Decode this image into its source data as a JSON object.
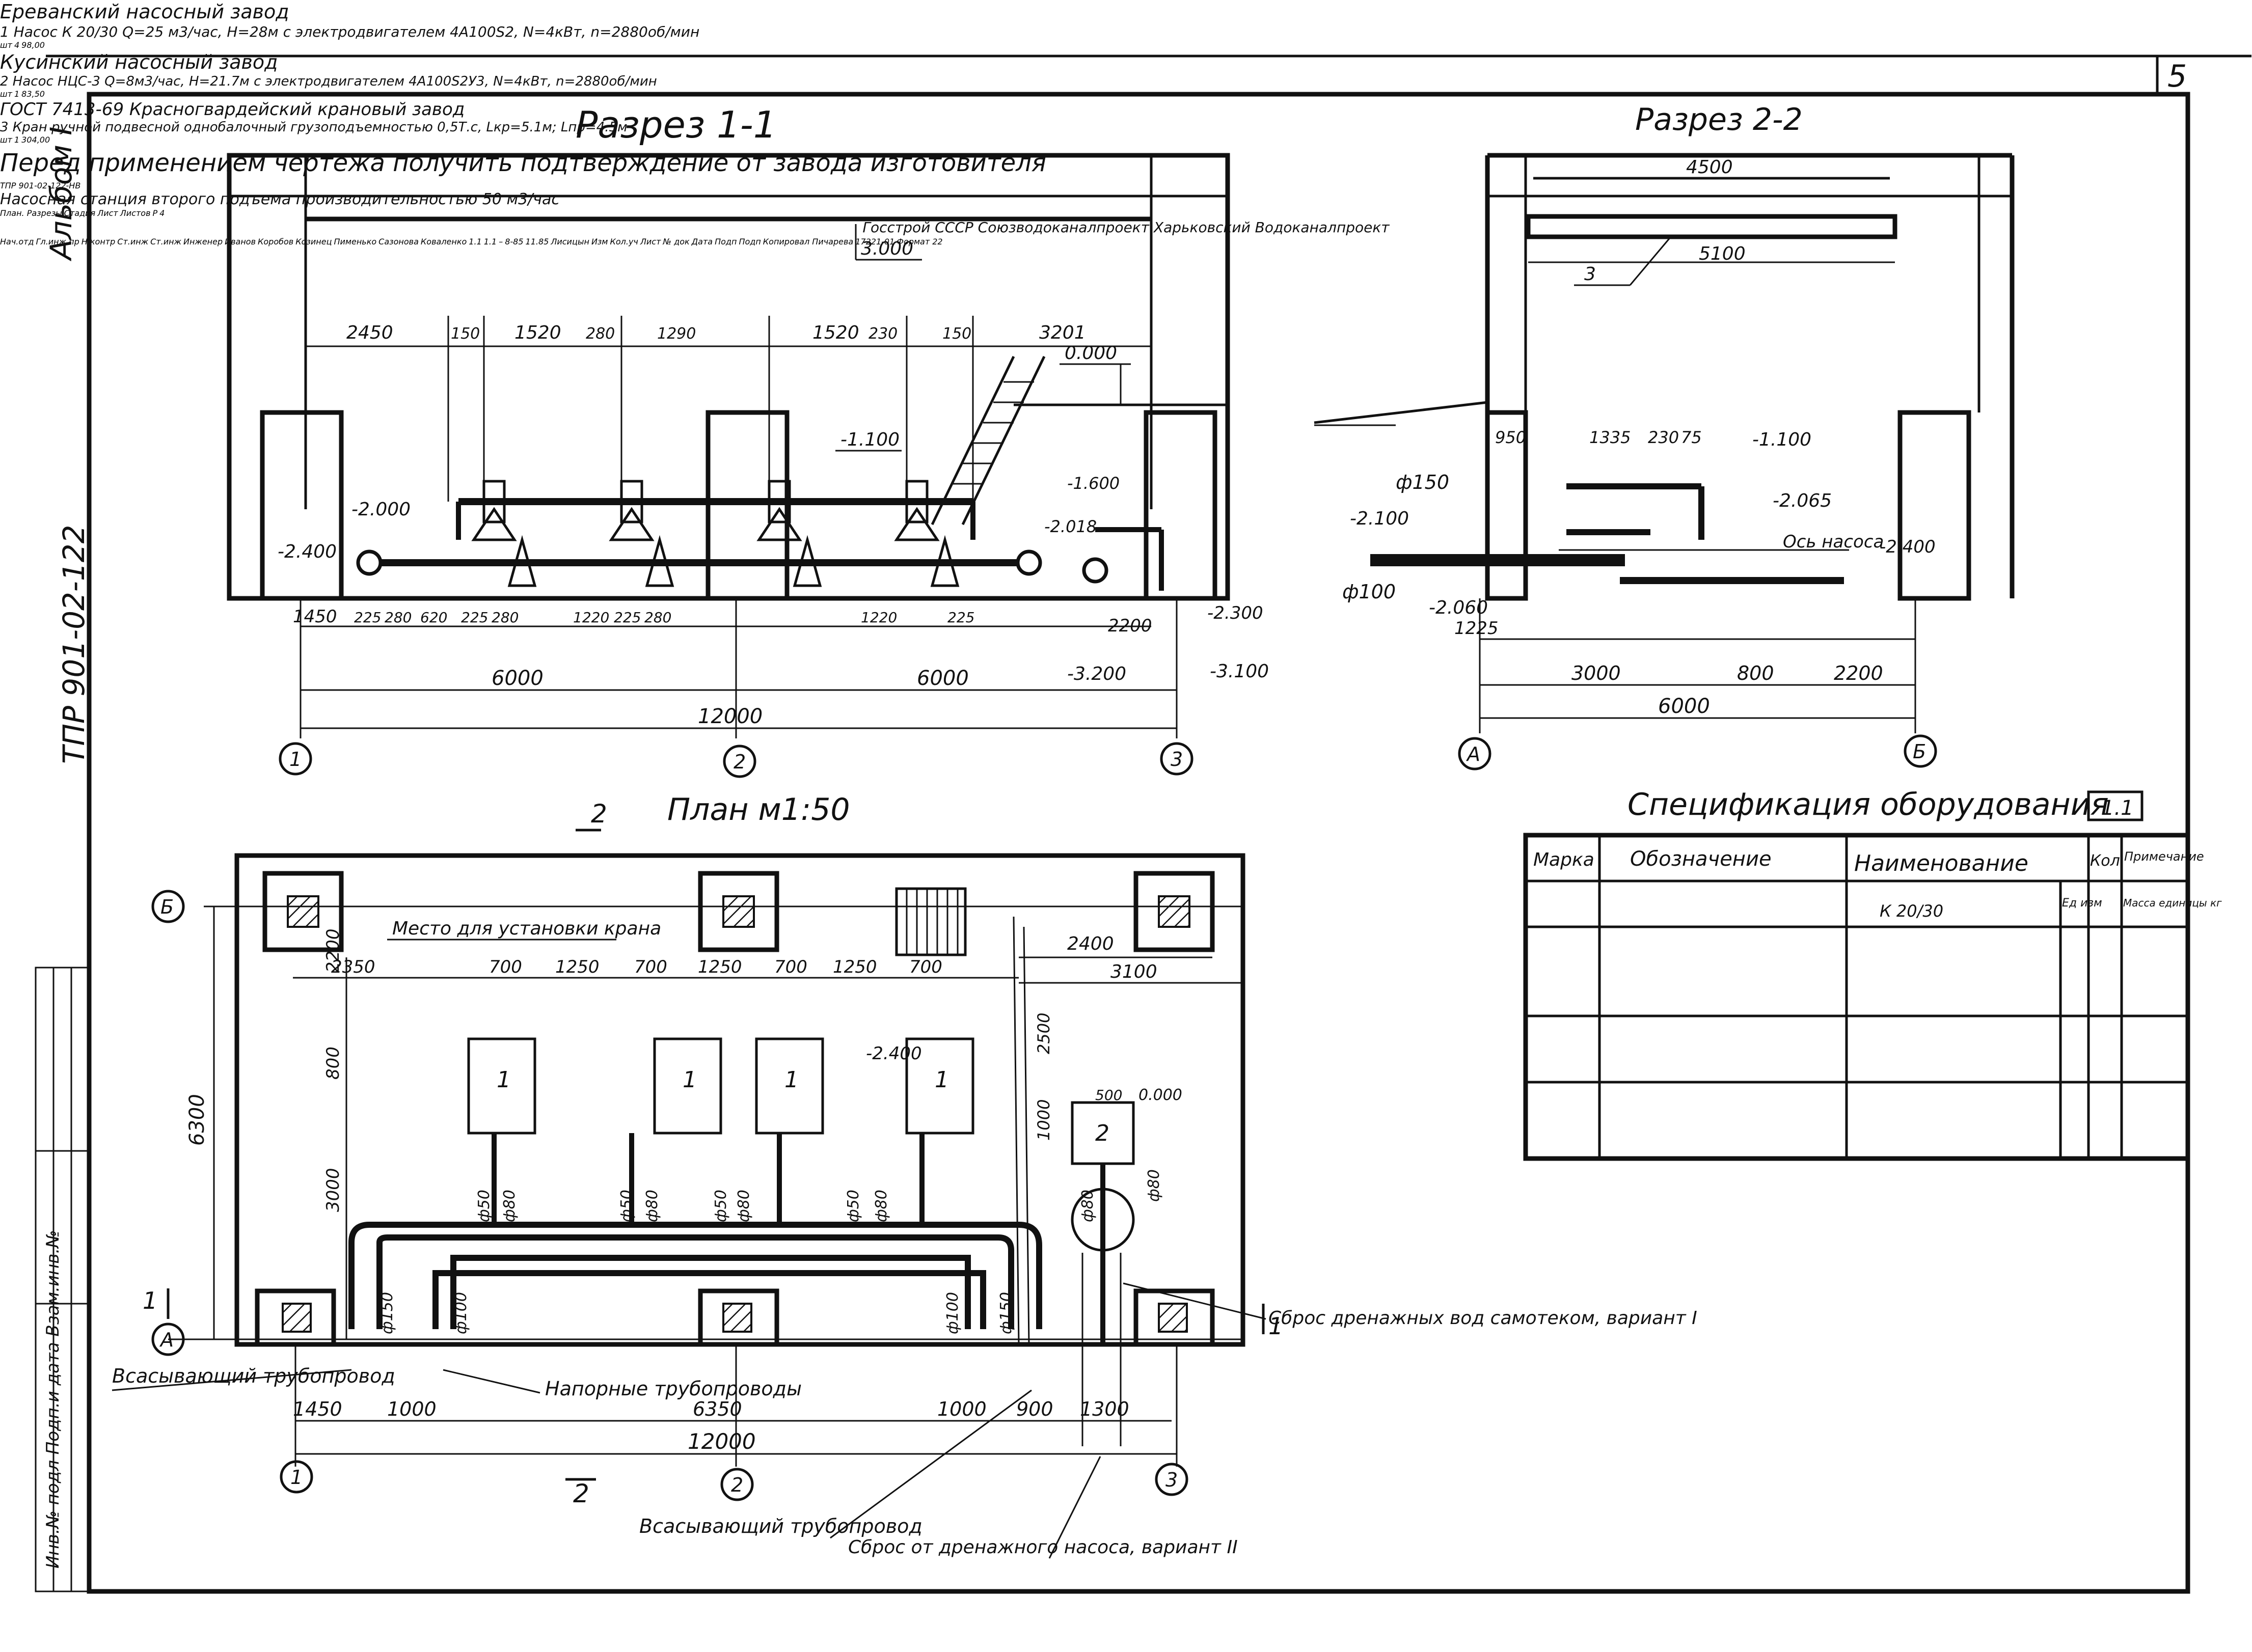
{
  "album_side_label": "Альбом I",
  "side_code": "ТПР 901-02-122",
  "side_stamp": "Инв.№ подл  Подп.и дата  Взам.инв.№",
  "page_corner_number": "5",
  "section11": {
    "title": "Разрез 1-1",
    "level_top": "3.000",
    "level_ground": "0.000",
    "level_pipe": "-1.100",
    "level_left": "-2.400",
    "level_left2": "-2.000",
    "level_drain": "-2.018",
    "level_drain2": "-1.600",
    "level_right_a": "-2.300",
    "level_right_b": "-3.200",
    "level_right_c": "-3.100",
    "top_dims": [
      "2450",
      "150",
      "1520",
      "280",
      "1290",
      "1520",
      "230",
      "150",
      "3201"
    ],
    "bottom_dims": [
      "1450",
      "225",
      "280",
      "620",
      "225",
      "280",
      "1220",
      "225",
      "280",
      "1220",
      "225",
      "2200"
    ],
    "span_left": "6000",
    "span_right": "6000",
    "span_total": "12000",
    "axes": [
      "1",
      "2",
      "3"
    ]
  },
  "section22": {
    "title": "Разрез 2-2",
    "crane_dim_top": "4500",
    "crane_dim_bottom": "5100",
    "crane_callout": "3",
    "level_pipe": "-1.100",
    "level_a": "-2.065",
    "level_b": "-2.100",
    "level_c": "-2.060",
    "level_d": "-2.400",
    "dia_150": "ф150",
    "dia_100": "ф100",
    "axis_label": "Ось насоса",
    "top_dims": [
      "950",
      "1335",
      "230",
      "75"
    ],
    "bottom_dims": [
      "1225",
      "3000",
      "800",
      "2200"
    ],
    "span_total": "6000",
    "axes": [
      "А",
      "Б"
    ]
  },
  "plan": {
    "title": "План м1:50",
    "section_mark_top": "2",
    "section_mark_bottom": "2",
    "section_mark_left": "1",
    "section_mark_right": "1",
    "note_crane": "Место для установки крана",
    "top_dims": [
      "2350",
      "700",
      "1250",
      "700",
      "1250",
      "700",
      "1250",
      "700"
    ],
    "dim_2400": "2400",
    "dim_3100": "3100",
    "dim_2200": "2200",
    "dim_6300": "6300",
    "dim_800": "800",
    "dim_3000": "3000",
    "dim_2500": "2500",
    "dim_1000": "1000",
    "dim_500": "500",
    "level_0": "0.000",
    "level_m240": "-2.400",
    "pump_labels": [
      "1",
      "1",
      "1",
      "1"
    ],
    "pump2_label": "2",
    "bottom_dims": [
      "1450",
      "1000",
      "6350",
      "1000",
      "900",
      "1300"
    ],
    "span_total": "12000",
    "axes_x": [
      "1",
      "2",
      "3"
    ],
    "axes_y": [
      "А",
      "Б"
    ],
    "label_suction_left": "Всасывающий трубопровод",
    "label_pressure": "Напорные трубопроводы",
    "label_suction_bottom": "Всасывающий трубопровод",
    "label_drain_pump": "Сброс от дренажного насоса, вариант II",
    "label_drain_water": "Сброс дренажных вод самотеком, вариант I",
    "diameters": [
      "ф150",
      "ф100",
      "ф50",
      "ф80",
      "ф50",
      "ф80",
      "ф50",
      "ф80",
      "ф50",
      "ф80",
      "ф100",
      "ф150",
      "ф80",
      "ф80"
    ]
  },
  "spec": {
    "title": "Спецификация оборудования",
    "tag": "1.1",
    "headers": [
      "Марка",
      "Обозначение",
      "Наименование",
      "Кол",
      "Примечание"
    ],
    "subheaders": [
      "К 20/30",
      "Ед изм",
      "Масса единицы кг"
    ],
    "rows": [
      {
        "designation": "Ереванский насосный завод",
        "name": "1 Насос К 20/30 Q=25 м3/час, Н=28м с электродвигателем 4А100S2, N=4кВт, n=2880об/мин",
        "unit": "шт",
        "qty": "4",
        "mass": "98,00"
      },
      {
        "designation": "Кусинский насосный завод",
        "name": "2 Насос НЦС-3 Q=8м3/час, Н=21.7м с электродвигателем 4А100S2У3, N=4кВт, n=2880об/мин",
        "unit": "шт",
        "qty": "1",
        "mass": "83,50"
      },
      {
        "designation": "ГОСТ 7413-69 Красногвардейский крановый завод",
        "name": "3 Кран ручной подвесной однобалочный грузоподъемностью 0,5Т.с, Lкр=5.1м; Lпр=4.5м",
        "unit": "шт",
        "qty": "1",
        "mass": "304,00"
      }
    ]
  },
  "note": "Перед применением чертежа получить подтверждение от завода изготовителя",
  "title_block": {
    "code": "ТПР 901-02-122-НВ",
    "object": "Насосная станция второго подъема производительностью 50 м3/час",
    "sheet_title": "План. Разрезы",
    "stage_label": "Стадия",
    "sheet_label": "Лист",
    "sheets_label": "Листов",
    "stage": "Р",
    "sheet": "4",
    "org": "Госстрой СССР Союзводоканалпроект Харьковский Водоканалпроект",
    "roles": [
      "Нач.отд",
      "Гл.инж.пр",
      "Н.контр",
      "Ст.инж",
      "Ст.инж",
      "Инженер"
    ],
    "names": [
      "Иванов",
      "Коробов",
      "Козинец",
      "Пименько",
      "Сазонова",
      "Коваленко"
    ],
    "rev_row": [
      "1.1",
      "1.1",
      "–",
      "8-85",
      "11.85",
      "Лисицын"
    ],
    "rev_headers": [
      "Изм",
      "Кол.уч",
      "Лист",
      "№ док",
      "Дата",
      "Подп",
      "Подп"
    ]
  },
  "footer": {
    "copied": "Копировал Пичарева",
    "archive": "17221-01",
    "format": "Формат 22"
  }
}
